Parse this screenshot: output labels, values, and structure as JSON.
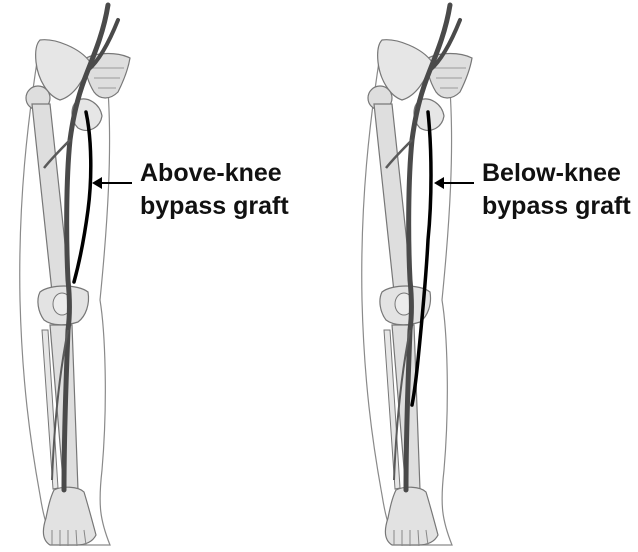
{
  "panels": [
    {
      "id": "above-knee",
      "label_lines": [
        "Above-knee",
        "bypass graft"
      ]
    },
    {
      "id": "below-knee",
      "label_lines": [
        "Below-knee",
        "bypass graft"
      ]
    }
  ],
  "colors": {
    "background": "#ffffff",
    "leg_outline": "#8a8a8a",
    "bone_fill": "#dedede",
    "bone_stroke": "#777777",
    "artery": "#4a4a4a",
    "graft": "#000000",
    "text": "#111111"
  }
}
